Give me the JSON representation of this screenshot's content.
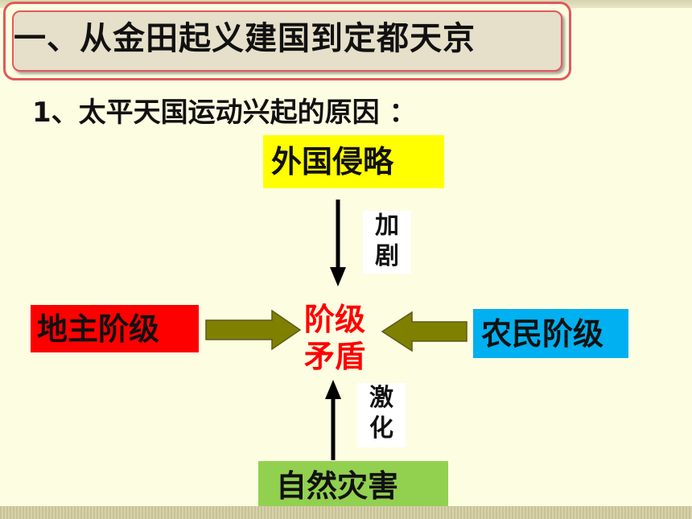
{
  "slide": {
    "title": "一、从金田起义建国到定都天京",
    "subtitle": "1、太平天国运动兴起的原因 ："
  },
  "diagram": {
    "top_cause": "外国侵略",
    "top_relation": "加剧",
    "left_party": "地主阶级",
    "right_party": "农民阶级",
    "center_line1": "阶级",
    "center_line2": "矛盾",
    "bottom_cause": "自然灾害",
    "bottom_relation": "激化"
  },
  "colors": {
    "top_box": "#ffff00",
    "left_box": "#ff0000",
    "right_box": "#00b0f0",
    "bottom_box": "#92d050",
    "center_text": "#ff0000",
    "arrow_fill": "#808000",
    "title_border": "#e05a5a"
  }
}
